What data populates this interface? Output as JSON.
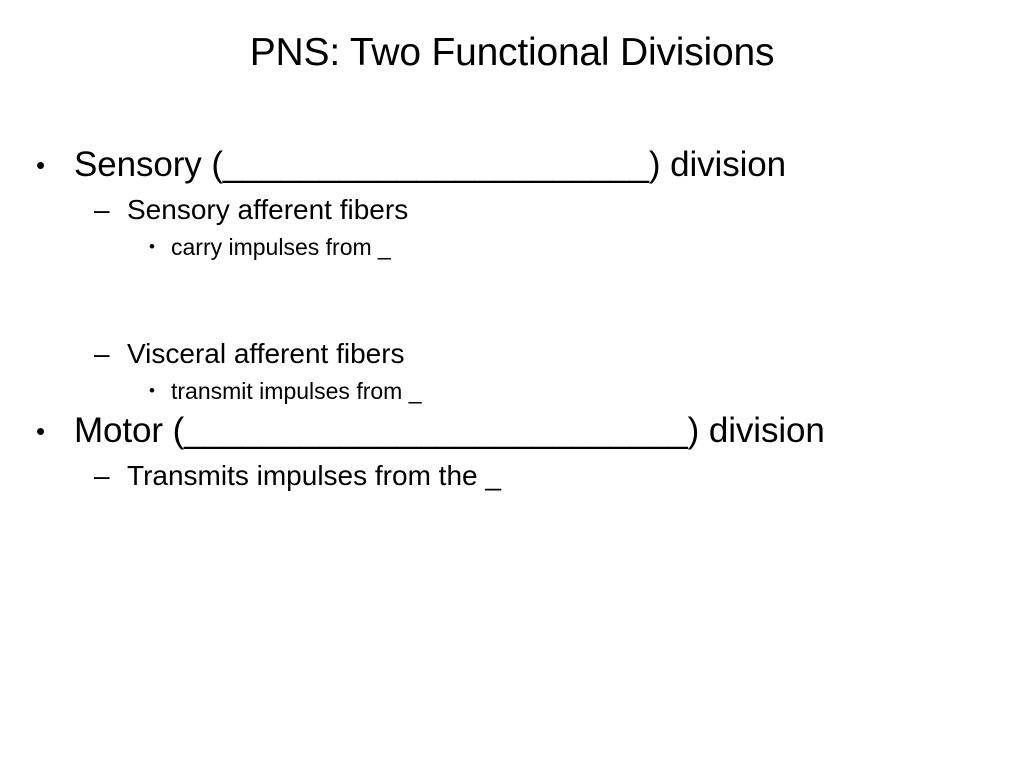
{
  "slide": {
    "title": "PNS: Two Functional Divisions",
    "background_color": "#ffffff",
    "text_color": "#000000",
    "markers": {
      "level1": "•",
      "level2": "–",
      "level3": "•"
    },
    "content": [
      {
        "level": 1,
        "text": "Sensory (______________________) division"
      },
      {
        "level": 2,
        "text": "Sensory afferent fibers"
      },
      {
        "level": 3,
        "text": "carry impulses from _"
      },
      {
        "level": 0,
        "text": ""
      },
      {
        "level": 2,
        "text": "Visceral afferent fibers"
      },
      {
        "level": 3,
        "text": "transmit impulses from _"
      },
      {
        "level": 1,
        "text": "Motor (__________________________) division"
      },
      {
        "level": 2,
        "text": "Transmits impulses from the _"
      }
    ]
  }
}
